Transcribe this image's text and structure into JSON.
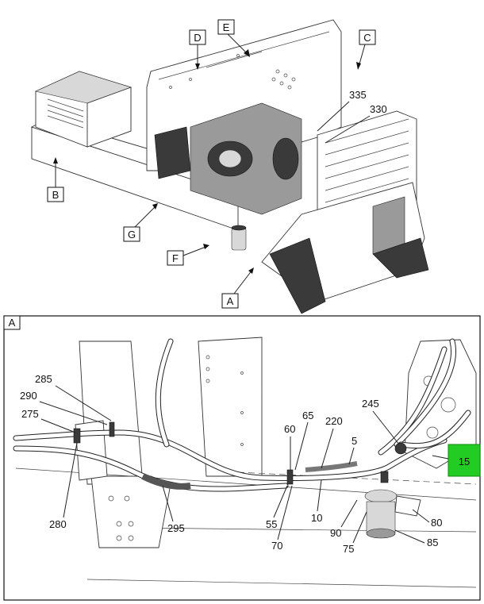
{
  "top_view": {
    "view_labels": [
      "D",
      "E",
      "C",
      "B",
      "G",
      "F",
      "A"
    ],
    "callouts": [
      "335",
      "330"
    ]
  },
  "detail_view": {
    "view_label": "A",
    "callouts": [
      "285",
      "290",
      "275",
      "280",
      "295",
      "60",
      "65",
      "220",
      "5",
      "245",
      "55",
      "70",
      "10",
      "90",
      "75",
      "80",
      "85"
    ],
    "highlight": {
      "label": "15",
      "color": "#22cc22"
    }
  }
}
